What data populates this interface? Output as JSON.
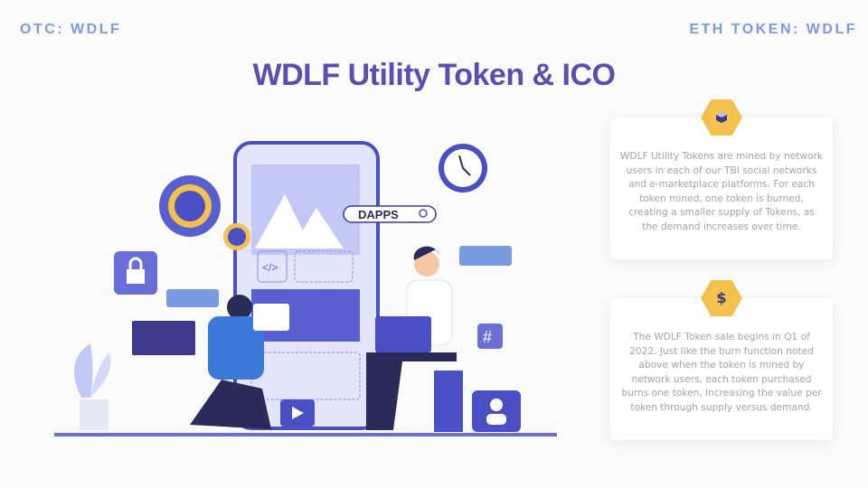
{
  "header": {
    "left": "OTC: WDLF",
    "right": "ETH TOKEN: WDLF",
    "title": "WDLF Utility Token & ICO"
  },
  "cards": [
    {
      "icon": "cube-icon",
      "text": "WDLF Utility Tokens are mined by network users in each of our TBI social networks and e-marketplace platforms.  For each token mined, one token is burned, creating a smaller supply of Tokens, as the demand increases over time."
    },
    {
      "icon": "dollar-icon",
      "symbol": "$",
      "text": "The WDLF Token sale begins in Q1 of 2022. Just like the burn function noted above when the token is mined by network users, each token purchased burns one token, increasing the value per token through supply versus demand."
    }
  ],
  "illustration": {
    "search_label": "DAPPS"
  },
  "colors": {
    "accent": "#5a4fb0",
    "corner": "#7b9be0",
    "hex": "#f2c14e"
  }
}
